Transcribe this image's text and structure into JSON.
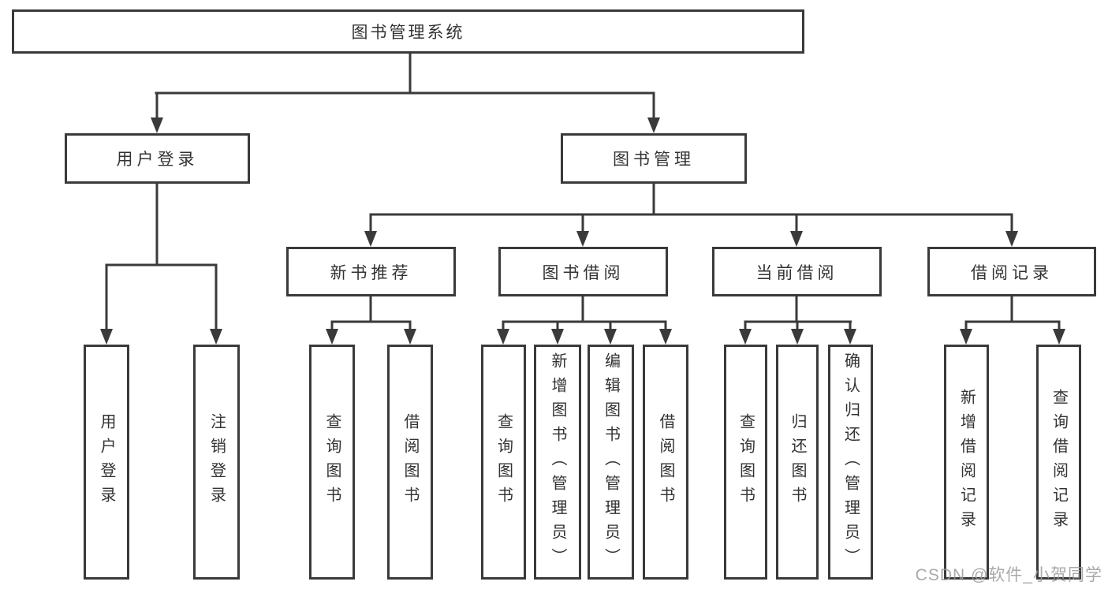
{
  "tree": {
    "label": "图书管理系统",
    "children": [
      {
        "label": "用户登录",
        "children": [
          {
            "label": "用户登录"
          },
          {
            "label": "注销登录"
          }
        ]
      },
      {
        "label": "图书管理",
        "children": [
          {
            "label": "新书推荐",
            "children": [
              {
                "label": "查询图书"
              },
              {
                "label": "借阅图书"
              }
            ]
          },
          {
            "label": "图书借阅",
            "children": [
              {
                "label": "查询图书"
              },
              {
                "label": "新增图书（管理员）"
              },
              {
                "label": "编辑图书（管理员）"
              },
              {
                "label": "借阅图书"
              }
            ]
          },
          {
            "label": "当前借阅",
            "children": [
              {
                "label": "查询图书"
              },
              {
                "label": "归还图书"
              },
              {
                "label": "确认归还（管理员）"
              }
            ]
          },
          {
            "label": "借阅记录",
            "children": [
              {
                "label": "新增借阅记录"
              },
              {
                "label": "查询借阅记录"
              }
            ]
          }
        ]
      }
    ]
  },
  "watermark": "CSDN @软件_小贺同学",
  "colors": {
    "line": "#3a3a3a",
    "box_fill": "#ffffff",
    "text": "#333333",
    "watermark": "#9b9b9b",
    "background": "#ffffff"
  }
}
